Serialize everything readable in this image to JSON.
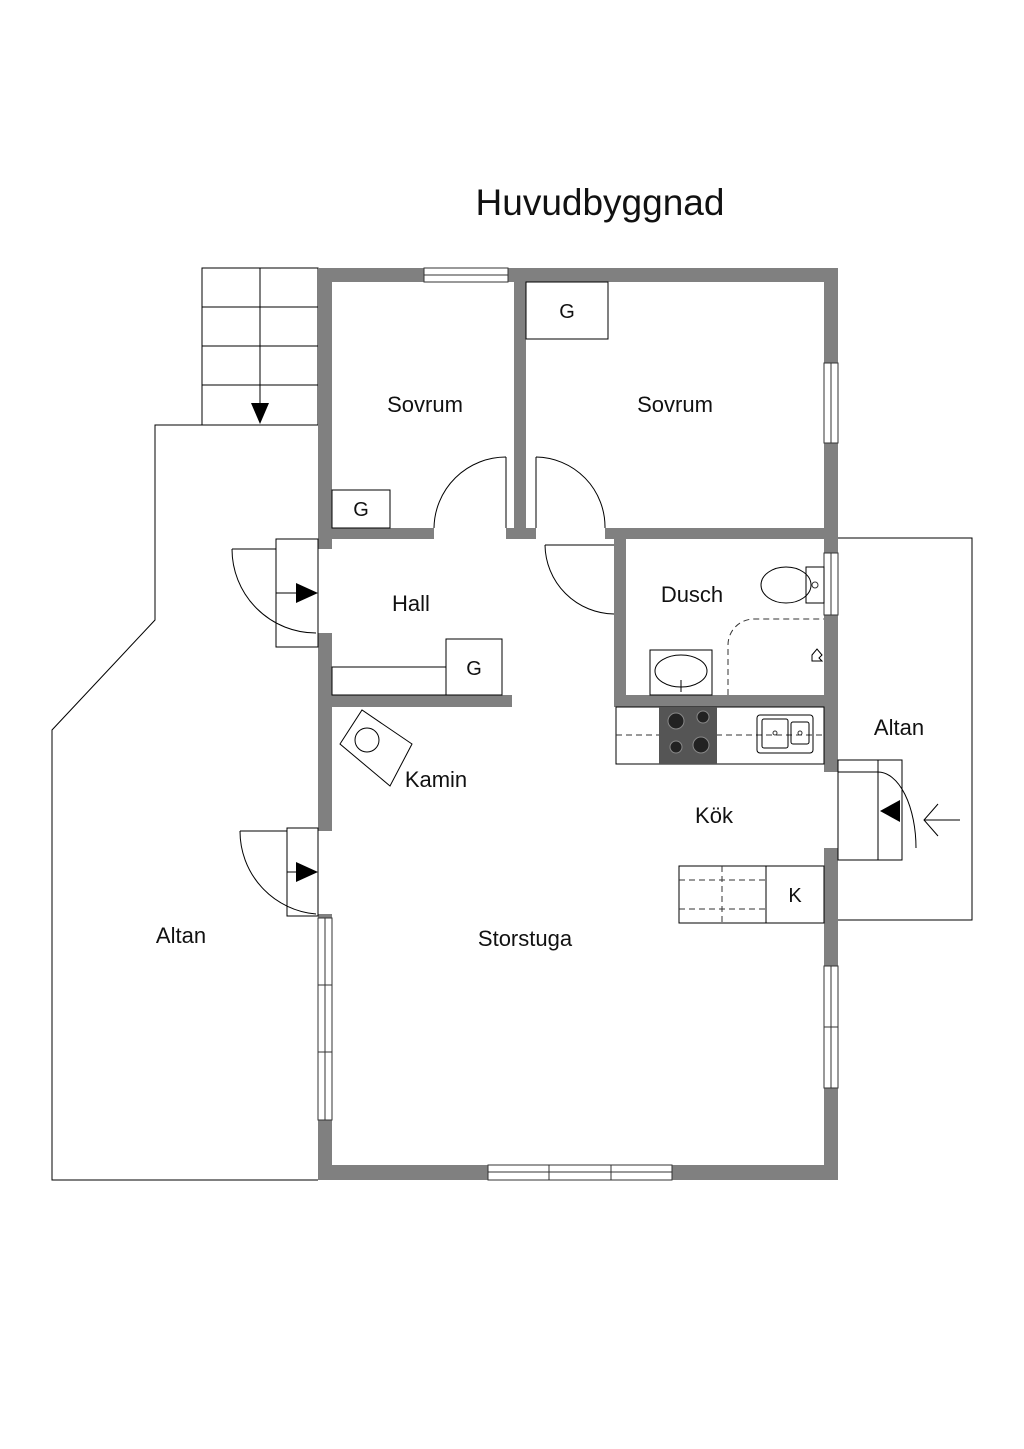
{
  "title": "Huvudbyggnad",
  "rooms": {
    "sovrum_left": "Sovrum",
    "sovrum_right": "Sovrum",
    "hall": "Hall",
    "dusch": "Dusch",
    "kamin": "Kamin",
    "altan_right": "Altan",
    "kok": "Kök",
    "storstuga": "Storstuga",
    "altan_left": "Altan"
  },
  "wardrobe_labels": {
    "sovrum_right": "G",
    "sovrum_left": "G",
    "hall": "G"
  },
  "fridge_label": "K",
  "colors": {
    "wall": "#808080",
    "stove": "#555555"
  }
}
